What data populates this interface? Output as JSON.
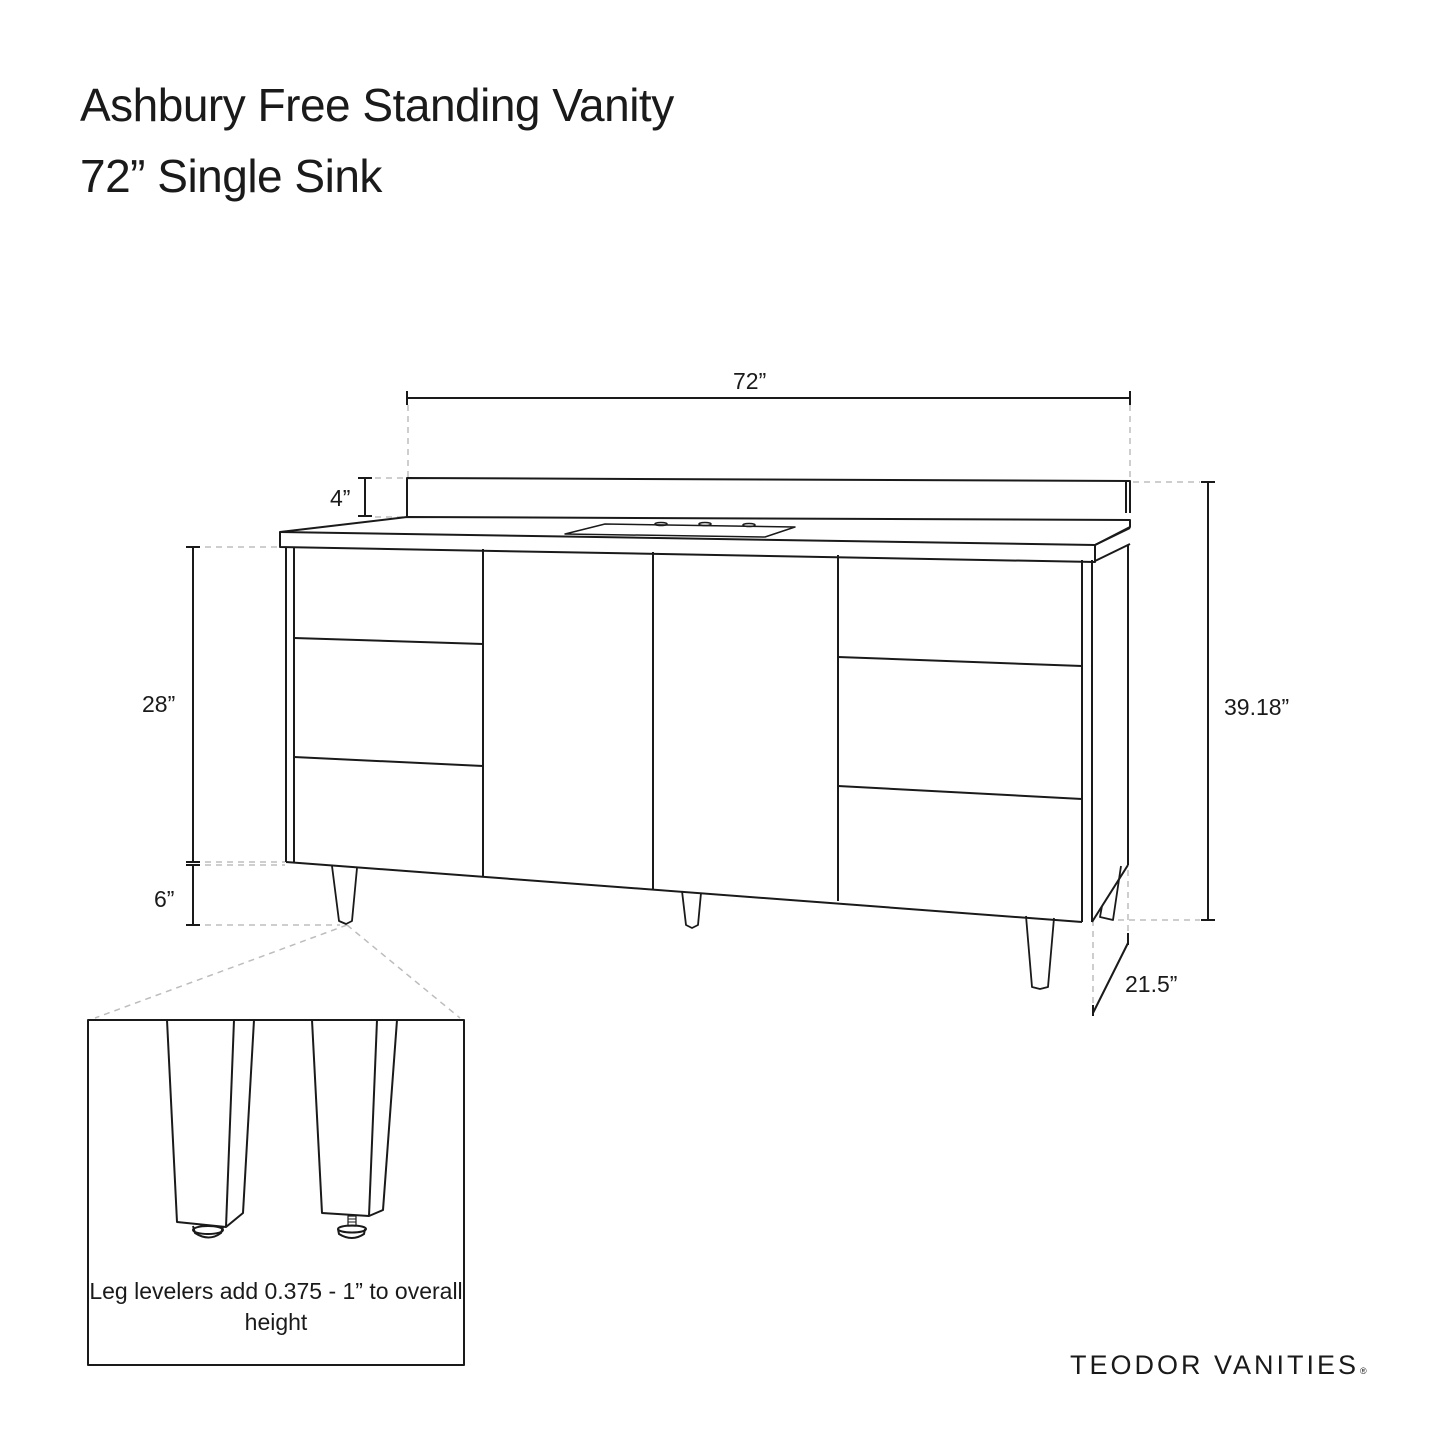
{
  "header": {
    "title_line1": "Ashbury Free Standing Vanity",
    "title_line2": "72” Single Sink"
  },
  "dimensions": {
    "overall_width": "72”",
    "backsplash_height": "4”",
    "cabinet_height": "28”",
    "leg_height": "6”",
    "overall_height": "39.18”",
    "depth": "21.5”"
  },
  "inset": {
    "note": "Leg levelers add 0.375 - 1” to overall height"
  },
  "brand": {
    "name": "TEODOR VANITIES",
    "mark": "®"
  },
  "colors": {
    "line": "#1a1a1a",
    "guide": "#bdbdbd",
    "background": "#ffffff"
  }
}
